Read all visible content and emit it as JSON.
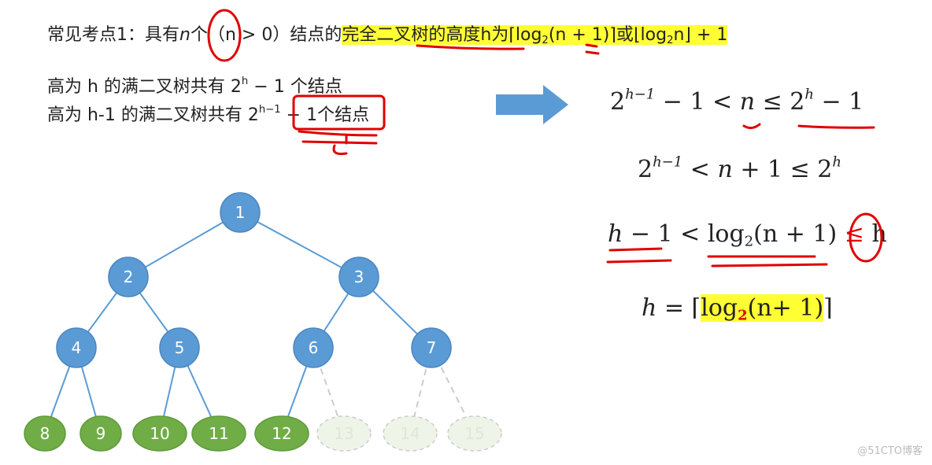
{
  "line1": {
    "prefix": "常见考点1：具有",
    "n": "n",
    "ge": "个",
    "cond": "（n > 0）结点的",
    "hl_text": "完全二叉树的高度h为",
    "formula1": "⌈log",
    "sub2": "2",
    "formula1b": "(n + 1)⌉",
    "or": "或",
    "formula2": "⌊log",
    "formula2b": "n⌋ + 1"
  },
  "line2": {
    "text": "高为 h 的满二叉树共有 2",
    "sup": "h",
    "rest": " − 1 个结点"
  },
  "line3": {
    "text": "高为 h-1 的满二叉树共有 ",
    "base": "2",
    "sup": "h−1",
    "rest": " − 1",
    "tail": "个结点"
  },
  "math": {
    "eq1": {
      "a": "2",
      "a_sup": "h−1",
      "b": " − 1 < ",
      "n": "n",
      "c": " ≤ 2",
      "c_sup": "h",
      "d": " − 1"
    },
    "eq2": {
      "a": "2",
      "a_sup": "h−1",
      "b": " < ",
      "n": "n",
      "c": " + 1 ≤ 2",
      "c_sup": "h"
    },
    "eq3": {
      "h": "h",
      "a": " − 1 < log",
      "sub": "2",
      "b": "(n + 1) ",
      "le": "≤",
      "hh": " h"
    },
    "eq4": {
      "h": "h",
      "a": " = ⌈",
      "log": "log",
      "sub": "2",
      "b": "(n+ 1)",
      "c": "⌉"
    }
  },
  "tree": {
    "nodes": [
      {
        "label": "1",
        "kind": "blue"
      },
      {
        "label": "2",
        "kind": "blue"
      },
      {
        "label": "3",
        "kind": "blue"
      },
      {
        "label": "4",
        "kind": "blue"
      },
      {
        "label": "5",
        "kind": "blue"
      },
      {
        "label": "6",
        "kind": "blue"
      },
      {
        "label": "7",
        "kind": "blue"
      },
      {
        "label": "8",
        "kind": "green"
      },
      {
        "label": "9",
        "kind": "green"
      },
      {
        "label": "10",
        "kind": "green"
      },
      {
        "label": "11",
        "kind": "green"
      },
      {
        "label": "12",
        "kind": "green"
      },
      {
        "label": "13",
        "kind": "missing"
      },
      {
        "label": "14",
        "kind": "missing"
      },
      {
        "label": "15",
        "kind": "missing"
      }
    ],
    "colors": {
      "blue": "#5b9bd5",
      "green": "#70ad47",
      "missing": "#eef5e8",
      "edge": "#5b9bd5",
      "annotation": "#e00000",
      "highlight": "#ffff33",
      "arrow": "#5b9bd5"
    }
  },
  "watermark": "@51CTO博客"
}
